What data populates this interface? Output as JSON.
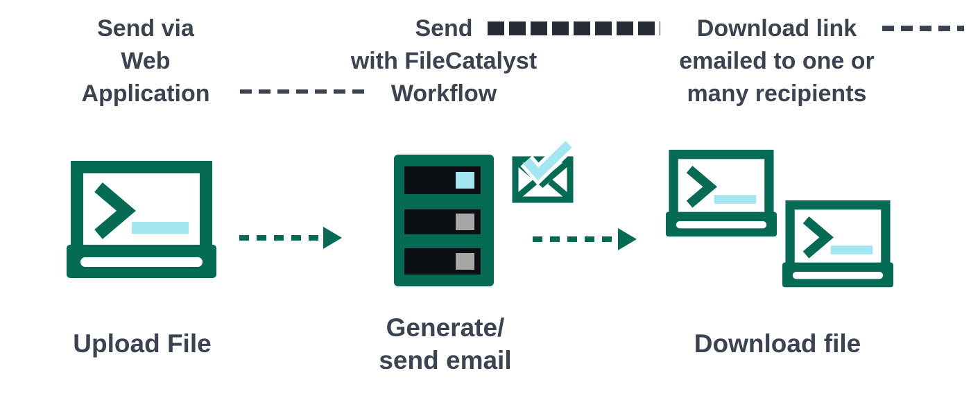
{
  "colors": {
    "brand_green": "#066B54",
    "accent_cyan": "#A3E5F0",
    "mid_gray": "#A7A7A7",
    "slot_dark": "#0B0E13",
    "text_dark": "#3C4350",
    "connector_dash": "#262B35"
  },
  "diagram": {
    "steps": [
      {
        "title_lines": [
          "Send via",
          "Web",
          "Application"
        ],
        "caption_lines": [
          "Upload File"
        ],
        "icons": [
          "laptop-terminal"
        ]
      },
      {
        "title_lines": [
          "Send",
          "with FileCatalyst",
          "Workflow"
        ],
        "caption_lines": [
          "Generate/",
          "send email"
        ],
        "icons": [
          "server",
          "email-check"
        ]
      },
      {
        "title_lines": [
          "Download link",
          "emailed to one or",
          "many recipients"
        ],
        "caption_lines": [
          "Download file"
        ],
        "icons": [
          "laptop-terminal",
          "laptop-terminal"
        ]
      }
    ],
    "connectors": [
      {
        "type": "dashed-arrow",
        "from": "upload-laptop",
        "to": "workflow-server"
      },
      {
        "type": "dashed-arrow",
        "from": "workflow-server",
        "to": "recipient-laptops"
      }
    ]
  }
}
